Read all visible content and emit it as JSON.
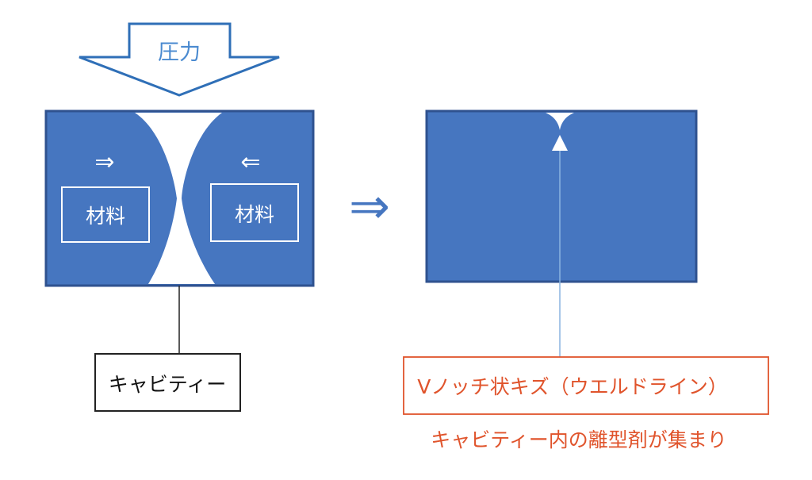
{
  "colors": {
    "fill": "#4676c0",
    "stroke": "#2f528f",
    "white": "#ffffff",
    "label_black": "#111111",
    "accent_red": "#e0542c",
    "connector": "#5b9bd5",
    "page_bg": "#ffffff"
  },
  "pressure_arrow": {
    "label": "圧力"
  },
  "left_panel": {
    "arrow_right": "⇒",
    "arrow_left": "⇐",
    "material_left": "材料",
    "material_right": "材料"
  },
  "transition_arrow": "⇒",
  "cavity_label": "キャビティー",
  "defect": {
    "label": "Vノッチ状キズ（ウエルドライン）",
    "note": "キャビティー内の離型剤が集まり"
  }
}
